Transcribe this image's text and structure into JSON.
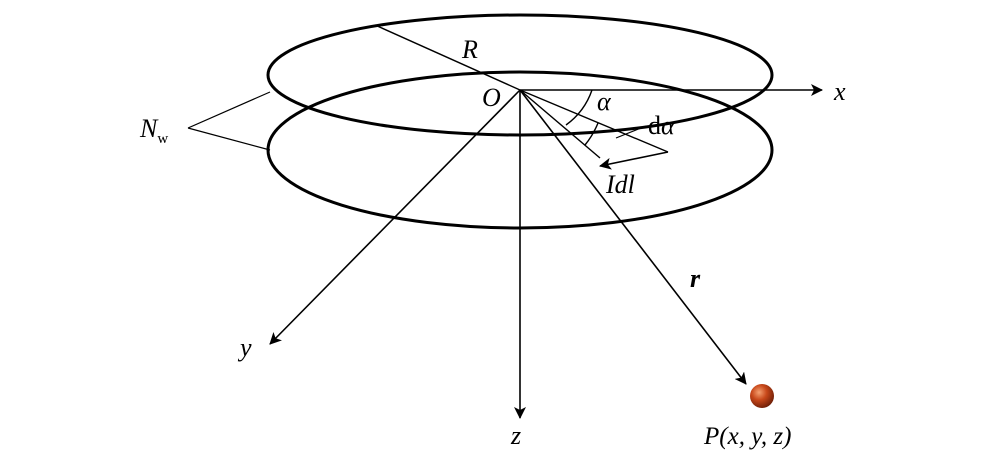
{
  "labels": {
    "R": "R",
    "O": "O",
    "x": "x",
    "y": "y",
    "z": "z",
    "alpha": "α",
    "d": "d",
    "dalpha_sym": "α",
    "idl": "Idl",
    "r": "r",
    "N": "N",
    "w": "w",
    "point": "P(x, y, z)"
  },
  "colors": {
    "stroke": "#000000",
    "point_fill": "#b33a10",
    "point_highlight": "#e8784a"
  }
}
